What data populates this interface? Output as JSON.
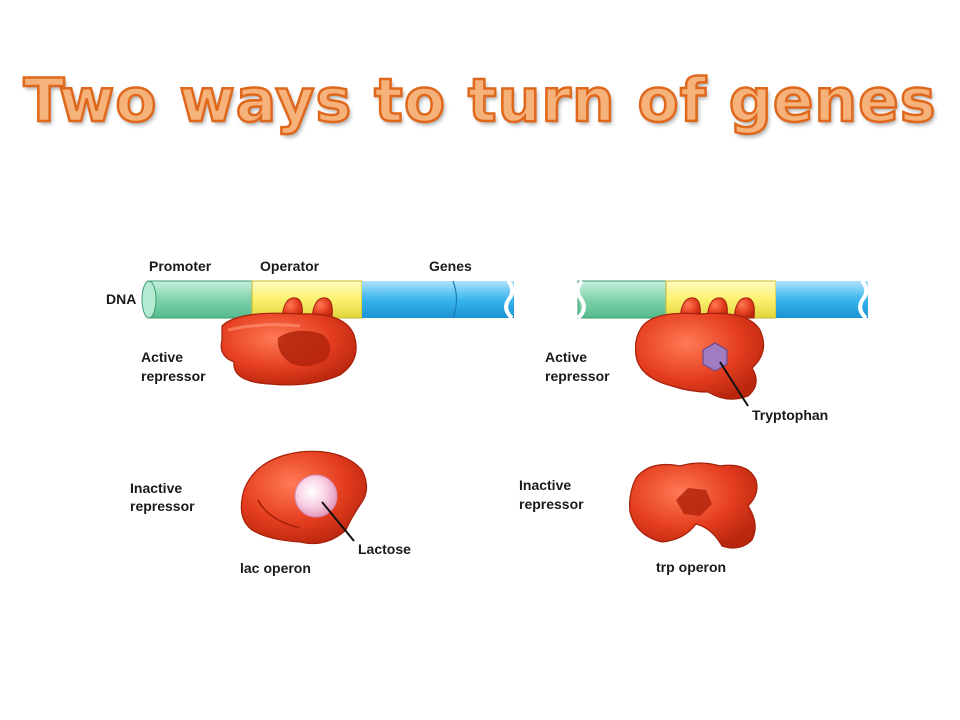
{
  "title": "Two ways to turn of genes",
  "colors": {
    "promoter": "#8fd9b6",
    "operator": "#fbf27a",
    "genes": "#3fb8ef",
    "repressor": "#e43d1f",
    "lactose": "#f6c6dd",
    "tryptophan": "#a07cc0"
  },
  "lac": {
    "dna_label": "DNA",
    "promoter_label": "Promoter",
    "operator_label": "Operator",
    "genes_label": "Genes",
    "active_label_1": "Active",
    "active_label_2": "repressor",
    "inactive_label_1": "Inactive",
    "inactive_label_2": "repressor",
    "inducer_label": "Lactose",
    "operon_italic": "lac",
    "operon_word": "operon"
  },
  "trp": {
    "active_label_1": "Active",
    "active_label_2": "repressor",
    "corepressor_label": "Tryptophan",
    "inactive_label_1": "Inactive",
    "inactive_label_2": "repressor",
    "operon_italic": "trp",
    "operon_word": "operon"
  }
}
